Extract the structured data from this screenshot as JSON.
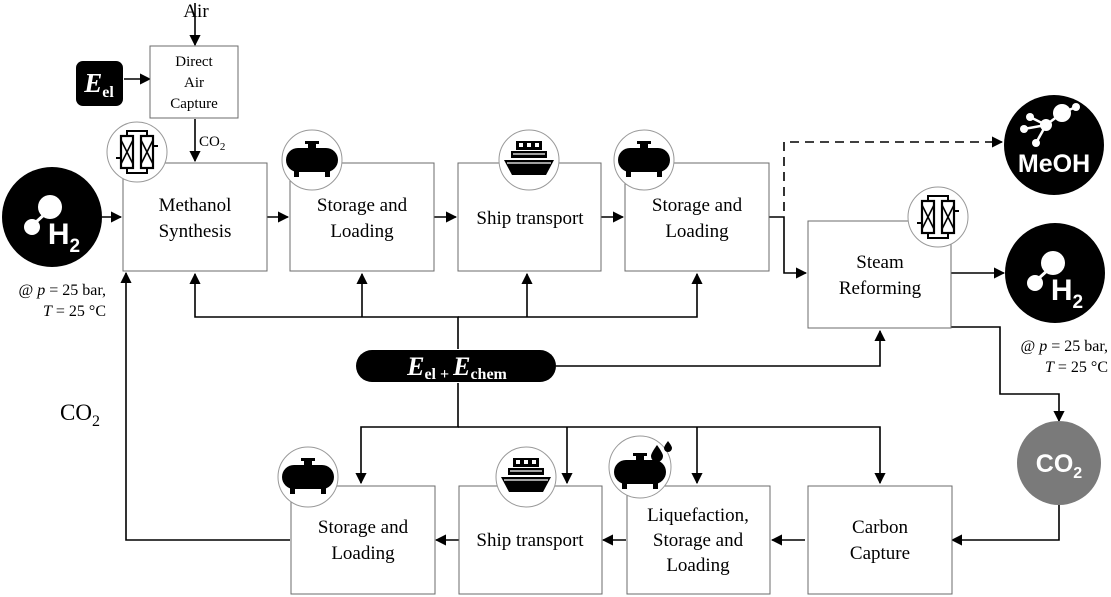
{
  "inputs": {
    "air": "Air",
    "e_el": {
      "main": "E",
      "sub": "el"
    },
    "co2_small": {
      "main": "CO",
      "sub": "2"
    },
    "co2_return": {
      "main": "CO",
      "sub": "2"
    }
  },
  "boxes": {
    "dac": [
      "Direct",
      "Air",
      "Capture"
    ],
    "methanol_synthesis": [
      "Methanol",
      "Synthesis"
    ],
    "storage_loading_1": [
      "Storage and",
      "Loading"
    ],
    "ship_transport_1": [
      "Ship transport"
    ],
    "storage_loading_2": [
      "Storage and",
      "Loading"
    ],
    "steam_reforming": [
      "Steam",
      "Reforming"
    ],
    "carbon_capture": [
      "Carbon",
      "Capture"
    ],
    "liquefaction": [
      "Liquefaction,",
      "Storage and",
      "Loading"
    ],
    "ship_transport_2": [
      "Ship transport"
    ],
    "storage_loading_3": [
      "Storage and",
      "Loading"
    ]
  },
  "energy_bar": {
    "e1": "E",
    "s1": "el + ",
    "e2": "E",
    "s2": "chem"
  },
  "circles": {
    "h2_in": {
      "main": "H",
      "sub": "2",
      "icon": "hydrogen-molecule-icon"
    },
    "h2_out": {
      "main": "H",
      "sub": "2",
      "icon": "hydrogen-molecule-icon"
    },
    "meoh": {
      "text": "MeOH",
      "icon": "methanol-molecule-icon"
    },
    "co2_out": {
      "main": "CO",
      "sub": "2"
    }
  },
  "conditions_in": {
    "l1_a": "@ ",
    "l1_p": "p",
    "l1_b": " = 25 bar,",
    "l2_t": "T",
    "l2_b": " = 25 °C"
  },
  "conditions_out": {
    "l1_a": "@ ",
    "l1_p": "p",
    "l1_b": " = 25 bar,",
    "l2_t": "T",
    "l2_b": " = 25 °C"
  },
  "colors": {
    "black": "#000000",
    "co2_gray": "#7a7a7a",
    "box_border": "#6b6b6b",
    "icon_circle": "#ffffff"
  },
  "icons": [
    "reactor-icon",
    "storage-tank-icon",
    "ship-icon",
    "liquid-tank-icon"
  ]
}
